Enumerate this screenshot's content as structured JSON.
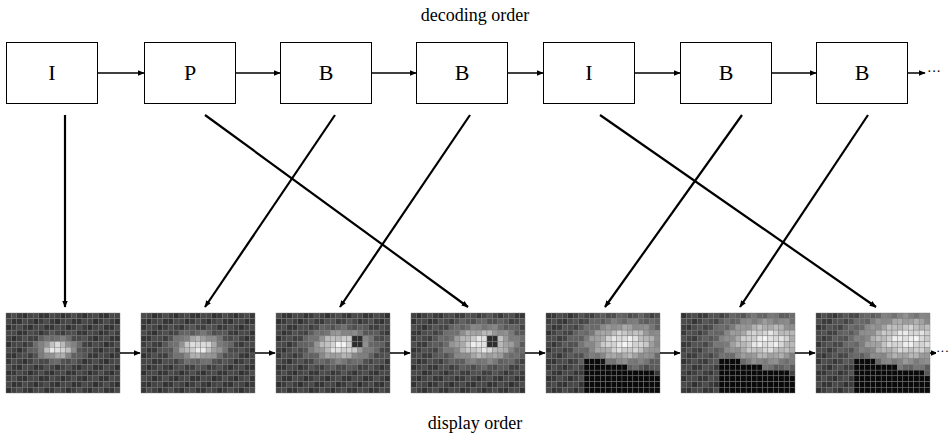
{
  "diagram": {
    "nodes": [
      {
        "text": [
          "I"
        ]
      },
      {
        "text": [
          "P"
        ]
      },
      {
        "text": [
          "B"
        ]
      },
      {
        "text": [
          "B"
        ]
      },
      {
        "text": [
          "I"
        ]
      },
      {
        "text": [
          "B"
        ]
      },
      {
        "text": [
          "B"
        ]
      }
    ],
    "edges": [
      {
        "from": 0,
        "to": 1,
        "arrow": "to"
      },
      {
        "from": 1,
        "to": 2,
        "arrow": "to"
      },
      {
        "from": 2,
        "to": 3,
        "arrow": "to"
      },
      {
        "from": 3,
        "to": 4,
        "arrow": "to"
      },
      {
        "from": 4,
        "to": 5,
        "arrow": "to"
      },
      {
        "from": 5,
        "to": 6,
        "arrow": "to"
      }
    ],
    "labels": [
      "decoding order",
      "display order",
      "···",
      "···"
    ]
  }
}
